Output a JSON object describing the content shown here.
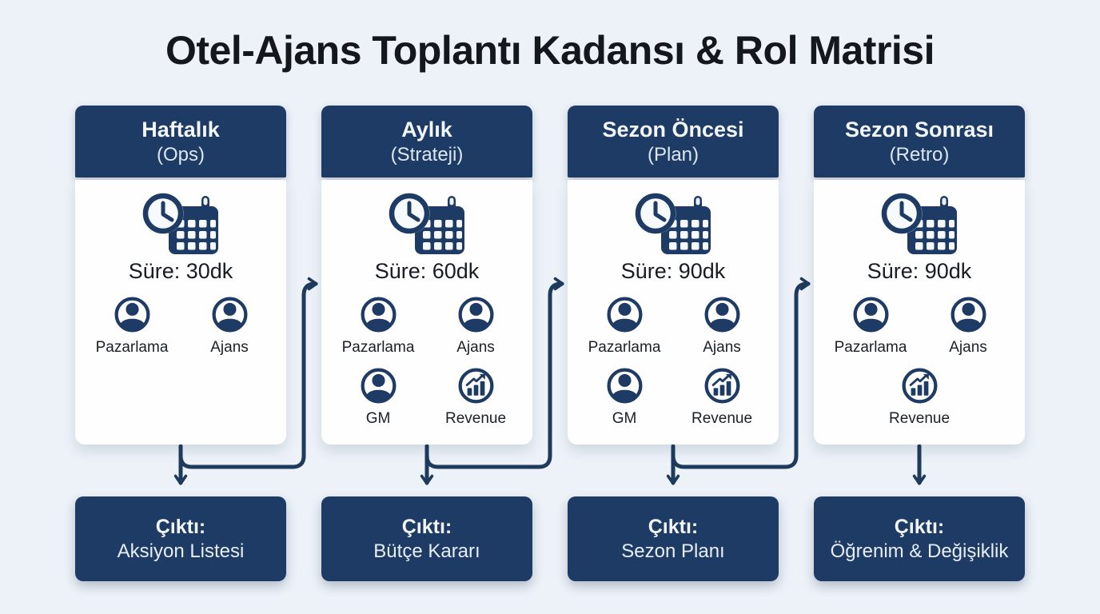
{
  "title": "Otel-Ajans Toplantı Kadansı & Rol Matrisi",
  "colors": {
    "navy": "#1d3b64",
    "arrow": "#1e3a5c",
    "background": "#edf2f8",
    "card": "#fefefe"
  },
  "columns": [
    {
      "header": {
        "line1": "Haftalık",
        "line2": "(Ops)"
      },
      "duration": "Süre: 30dk",
      "participants": [
        {
          "label": "Pazarlama",
          "icon": "person-icon"
        },
        {
          "label": "Ajans",
          "icon": "person-icon"
        }
      ],
      "output": {
        "label": "Çıktı:",
        "value": "Aksiyon Listesi"
      }
    },
    {
      "header": {
        "line1": "Aylık",
        "line2": "(Strateji)"
      },
      "duration": "Süre: 60dk",
      "participants": [
        {
          "label": "Pazarlama",
          "icon": "person-icon"
        },
        {
          "label": "Ajans",
          "icon": "person-icon"
        },
        {
          "label": "GM",
          "icon": "person-icon"
        },
        {
          "label": "Revenue",
          "icon": "revenue-chart-icon"
        }
      ],
      "output": {
        "label": "Çıktı:",
        "value": "Bütçe Kararı"
      }
    },
    {
      "header": {
        "line1": "Sezon Öncesi",
        "line2": "(Plan)"
      },
      "duration": "Süre: 90dk",
      "participants": [
        {
          "label": "Pazarlama",
          "icon": "person-icon"
        },
        {
          "label": "Ajans",
          "icon": "person-icon"
        },
        {
          "label": "GM",
          "icon": "person-icon"
        },
        {
          "label": "Revenue",
          "icon": "revenue-chart-icon"
        }
      ],
      "output": {
        "label": "Çıktı:",
        "value": "Sezon Planı"
      }
    },
    {
      "header": {
        "line1": "Sezon Sonrası",
        "line2": "(Retro)"
      },
      "duration": "Süre: 90dk",
      "participants": [
        {
          "label": "Pazarlama",
          "icon": "person-icon"
        },
        {
          "label": "Ajans",
          "icon": "person-icon"
        },
        {
          "label": "Revenue",
          "icon": "revenue-chart-icon"
        }
      ],
      "output": {
        "label": "Çıktı:",
        "value": "Öğrenim & Değişiklik"
      }
    }
  ]
}
